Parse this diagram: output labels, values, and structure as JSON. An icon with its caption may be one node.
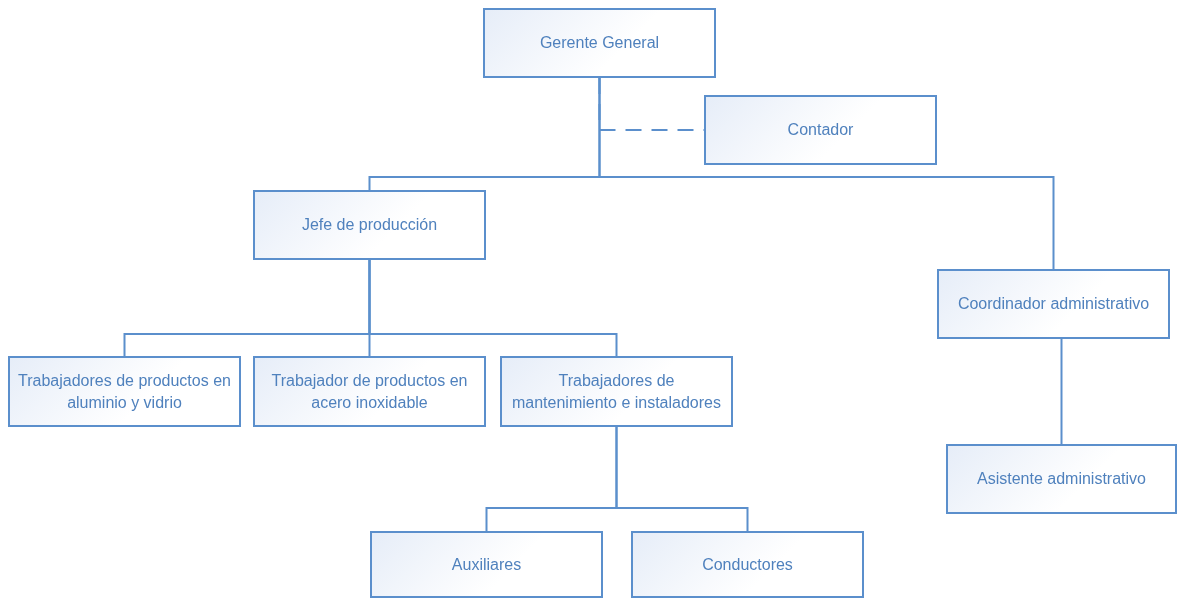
{
  "diagram": {
    "nodes": [
      {
        "text": [
          "Gerente General"
        ]
      },
      {
        "text": [
          "Contador"
        ]
      },
      {
        "text": [
          "Jefe de producción"
        ]
      },
      {
        "text": [
          "Coordinador administrativo"
        ]
      },
      {
        "text": [
          "Trabajadores de productos en aluminio y vidrio"
        ]
      },
      {
        "text": [
          "Trabajador de productos en acero inoxidable"
        ]
      },
      {
        "text": [
          "Trabajadores de mantenimiento e instaladores"
        ]
      },
      {
        "text": [
          "Asistente administrativo"
        ]
      },
      {
        "text": [
          "Auxiliares"
        ]
      },
      {
        "text": [
          "Conductores"
        ]
      }
    ],
    "edges": [
      {
        "from": 0,
        "to": 1,
        "arrow": "none",
        "style": "dashed"
      },
      {
        "from": 0,
        "to": 2,
        "arrow": "none"
      },
      {
        "from": 0,
        "to": 3,
        "arrow": "none"
      },
      {
        "from": 2,
        "to": 4,
        "arrow": "none"
      },
      {
        "from": 2,
        "to": 5,
        "arrow": "none"
      },
      {
        "from": 2,
        "to": 6,
        "arrow": "none"
      },
      {
        "from": 3,
        "to": 7,
        "arrow": "none"
      },
      {
        "from": 6,
        "to": 8,
        "arrow": "none"
      },
      {
        "from": 6,
        "to": 9,
        "arrow": "none"
      }
    ]
  }
}
